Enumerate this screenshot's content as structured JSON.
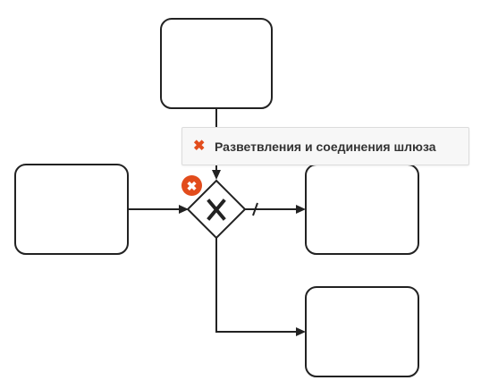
{
  "diagram": {
    "gateway_type": "exclusive",
    "gateway_symbol": "x-mark",
    "tooltip": {
      "icon": "close-icon",
      "icon_glyph": "✖",
      "text": "Разветвления и соединения шлюза"
    },
    "error_badge": {
      "icon": "close-icon",
      "icon_glyph": "✖",
      "color": "#e24c1c"
    },
    "stroke_color": "#222222",
    "nodes": [
      {
        "id": "task-top",
        "type": "task"
      },
      {
        "id": "task-left",
        "type": "task"
      },
      {
        "id": "task-right",
        "type": "task"
      },
      {
        "id": "task-bottom-right",
        "type": "task"
      },
      {
        "id": "gateway",
        "type": "exclusive-gateway"
      }
    ],
    "edges": [
      {
        "from": "task-top",
        "to": "gateway"
      },
      {
        "from": "task-left",
        "to": "gateway"
      },
      {
        "from": "gateway",
        "to": "task-right",
        "default": true
      },
      {
        "from": "gateway",
        "to": "task-bottom-right"
      }
    ]
  }
}
